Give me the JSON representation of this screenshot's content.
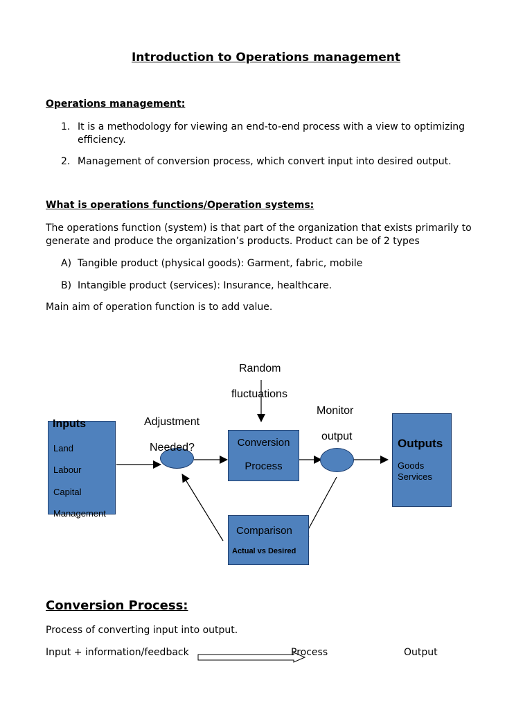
{
  "title": "Introduction to Operations management",
  "section1": {
    "heading": "Operations management:",
    "items": [
      {
        "marker": "1.",
        "line1": "It is a methodology for viewing an end-to-end process with a view to optimizing",
        "line2": "efficiency."
      },
      {
        "marker": "2.",
        "line1": "Management of conversion process, which convert input into desired output."
      }
    ]
  },
  "section2": {
    "heading": "What is operations functions/Operation systems:",
    "para_line1": "The operations function (system) is that part of the organization that exists primarily to",
    "para_line2": "generate and produce the organization’s products. Product can be of 2 types",
    "items": [
      {
        "marker": "A)",
        "text": "Tangible product (physical goods): Garment, fabric, mobile"
      },
      {
        "marker": "B)",
        "text": "Intangible product (services): Insurance, healthcare."
      }
    ],
    "aim": "Main aim of operation function is to add value."
  },
  "diagram": {
    "random_line1": "Random",
    "random_line2": "fluctuations",
    "adjustment_line1": "Adjustment",
    "adjustment_line2": "Needed?",
    "monitor_line1": "Monitor",
    "monitor_line2": "output",
    "inputs": {
      "title": "Inputs",
      "items": [
        "Land",
        "Labour",
        "Capital",
        "Management"
      ]
    },
    "conversion": {
      "line1": "Conversion",
      "line2": "Process"
    },
    "outputs": {
      "title": "Outputs",
      "items": [
        "Goods",
        "Services"
      ]
    },
    "comparison": {
      "line1": "Comparison",
      "line2": "Actual vs Desired"
    },
    "colors": {
      "box_fill": "#4f81bd",
      "box_border": "#1f3f6f"
    }
  },
  "section3": {
    "heading": "Conversion Process:",
    "para": "Process of converting input into output.",
    "flow": {
      "input": "Input + information/feedback",
      "process": "Process",
      "output": "Output"
    }
  }
}
